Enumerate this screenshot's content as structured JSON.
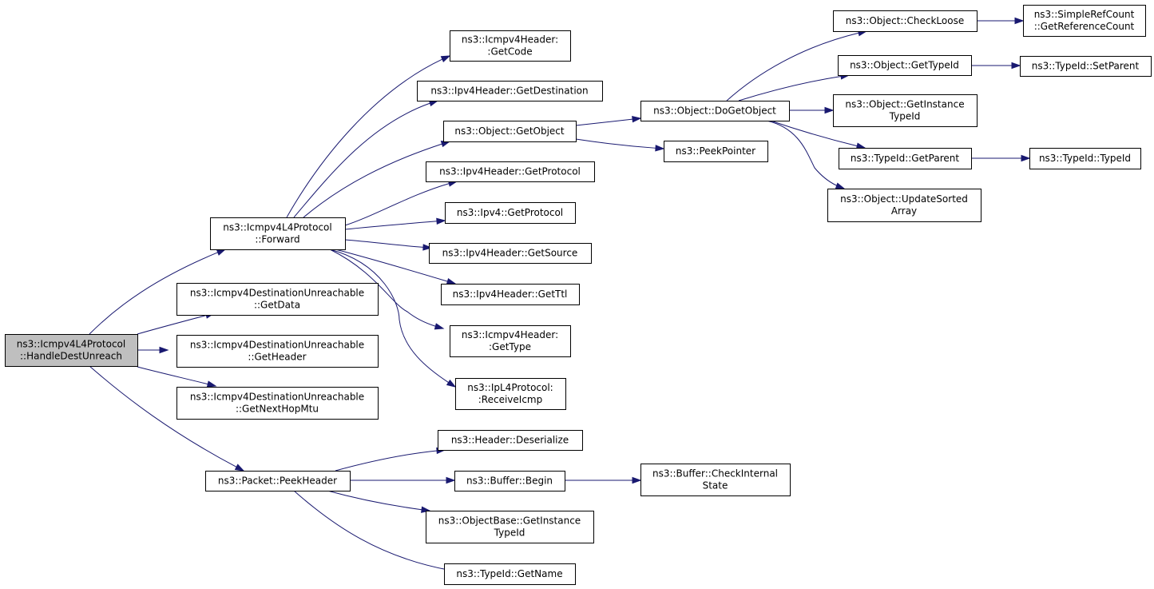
{
  "title": "",
  "nodes": [
    {
      "id": "root",
      "lines": [
        "ns3::Icmpv4L4Protocol",
        "::HandleDestUnreach"
      ],
      "root": true
    },
    {
      "id": "forward",
      "lines": [
        "ns3::Icmpv4L4Protocol",
        "::Forward"
      ]
    },
    {
      "id": "getdata",
      "lines": [
        "ns3::Icmpv4DestinationUnreachable",
        "::GetData"
      ]
    },
    {
      "id": "getheader",
      "lines": [
        "ns3::Icmpv4DestinationUnreachable",
        "::GetHeader"
      ]
    },
    {
      "id": "getnexthopmtu",
      "lines": [
        "ns3::Icmpv4DestinationUnreachable",
        "::GetNextHopMtu"
      ]
    },
    {
      "id": "peekheader",
      "lines": [
        "ns3::Packet::PeekHeader"
      ]
    },
    {
      "id": "getcode",
      "lines": [
        "ns3::Icmpv4Header:",
        ":GetCode"
      ]
    },
    {
      "id": "getdestination",
      "lines": [
        "ns3::Ipv4Header::GetDestination"
      ]
    },
    {
      "id": "getobject",
      "lines": [
        "ns3::Object::GetObject"
      ]
    },
    {
      "id": "ipv4hdr_getprotocol",
      "lines": [
        "ns3::Ipv4Header::GetProtocol"
      ]
    },
    {
      "id": "ipv4_getprotocol",
      "lines": [
        "ns3::Ipv4::GetProtocol"
      ]
    },
    {
      "id": "getsource",
      "lines": [
        "ns3::Ipv4Header::GetSource"
      ]
    },
    {
      "id": "getttl",
      "lines": [
        "ns3::Ipv4Header::GetTtl"
      ]
    },
    {
      "id": "gettype",
      "lines": [
        "ns3::Icmpv4Header:",
        ":GetType"
      ]
    },
    {
      "id": "receiveicmp",
      "lines": [
        "ns3::IpL4Protocol:",
        ":ReceiveIcmp"
      ]
    },
    {
      "id": "deserialize",
      "lines": [
        "ns3::Header::Deserialize"
      ]
    },
    {
      "id": "buffer_begin",
      "lines": [
        "ns3::Buffer::Begin"
      ]
    },
    {
      "id": "ob_getinstancetypeid",
      "lines": [
        "ns3::ObjectBase::GetInstance",
        "TypeId"
      ]
    },
    {
      "id": "typeid_getname",
      "lines": [
        "ns3::TypeId::GetName"
      ]
    },
    {
      "id": "dogetobject",
      "lines": [
        "ns3::Object::DoGetObject"
      ]
    },
    {
      "id": "peekpointer",
      "lines": [
        "ns3::PeekPointer"
      ]
    },
    {
      "id": "checkinternalstate",
      "lines": [
        "ns3::Buffer::CheckInternal",
        "State"
      ]
    },
    {
      "id": "checkloose",
      "lines": [
        "ns3::Object::CheckLoose"
      ]
    },
    {
      "id": "obj_gettypeid",
      "lines": [
        "ns3::Object::GetTypeId"
      ]
    },
    {
      "id": "obj_getinstancetypeid",
      "lines": [
        "ns3::Object::GetInstance",
        "TypeId"
      ]
    },
    {
      "id": "getparent",
      "lines": [
        "ns3::TypeId::GetParent"
      ]
    },
    {
      "id": "updatesortedarray",
      "lines": [
        "ns3::Object::UpdateSorted",
        "Array"
      ]
    },
    {
      "id": "getreferencecount",
      "lines": [
        "ns3::SimpleRefCount",
        "::GetReferenceCount"
      ]
    },
    {
      "id": "setparent",
      "lines": [
        "ns3::TypeId::SetParent"
      ]
    },
    {
      "id": "typeid_typeid",
      "lines": [
        "ns3::TypeId::TypeId"
      ]
    }
  ],
  "edges": [
    {
      "from": "root",
      "to": "forward"
    },
    {
      "from": "root",
      "to": "getdata"
    },
    {
      "from": "root",
      "to": "getheader"
    },
    {
      "from": "root",
      "to": "getnexthopmtu"
    },
    {
      "from": "root",
      "to": "peekheader"
    },
    {
      "from": "forward",
      "to": "getcode"
    },
    {
      "from": "forward",
      "to": "getdestination"
    },
    {
      "from": "forward",
      "to": "getobject"
    },
    {
      "from": "forward",
      "to": "ipv4hdr_getprotocol"
    },
    {
      "from": "forward",
      "to": "ipv4_getprotocol"
    },
    {
      "from": "forward",
      "to": "getsource"
    },
    {
      "from": "forward",
      "to": "getttl"
    },
    {
      "from": "forward",
      "to": "gettype"
    },
    {
      "from": "forward",
      "to": "receiveicmp"
    },
    {
      "from": "getobject",
      "to": "dogetobject"
    },
    {
      "from": "getobject",
      "to": "peekpointer"
    },
    {
      "from": "dogetobject",
      "to": "checkloose"
    },
    {
      "from": "dogetobject",
      "to": "obj_gettypeid"
    },
    {
      "from": "dogetobject",
      "to": "obj_getinstancetypeid"
    },
    {
      "from": "dogetobject",
      "to": "getparent"
    },
    {
      "from": "dogetobject",
      "to": "updatesortedarray"
    },
    {
      "from": "checkloose",
      "to": "getreferencecount"
    },
    {
      "from": "obj_gettypeid",
      "to": "setparent"
    },
    {
      "from": "getparent",
      "to": "typeid_typeid"
    },
    {
      "from": "peekheader",
      "to": "deserialize"
    },
    {
      "from": "peekheader",
      "to": "buffer_begin"
    },
    {
      "from": "peekheader",
      "to": "ob_getinstancetypeid"
    },
    {
      "from": "peekheader",
      "to": "typeid_getname"
    },
    {
      "from": "buffer_begin",
      "to": "checkinternalstate"
    }
  ]
}
